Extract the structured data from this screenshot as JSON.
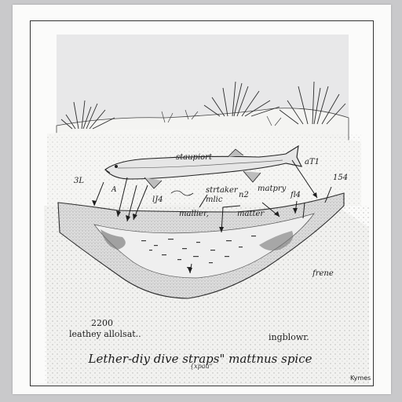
{
  "labels": {
    "top": "staupiort",
    "left_number": "3L",
    "arrow_tag": "A",
    "mid_left": "lJ4",
    "strkaker": "strtaker",
    "mlic": "mlic",
    "n2": "n2",
    "matpry": "matpry",
    "matter": "matter",
    "flj": "fl4",
    "right_top": "aT1",
    "right_num": "154",
    "mallier": "mallier,",
    "frene": "frene",
    "year": "2200",
    "bottom_left": "leathey allolsat..",
    "bottom_right": "ingblowr."
  },
  "caption": {
    "main": "Lether-diy  dive  straps\"  mattnus  spice",
    "sub": "{xpau\""
  },
  "signature": "Kymes",
  "colors": {
    "sand": "#f0f0ee",
    "sky": "#e9e9ea",
    "ink": "#222222",
    "water": "#ececed"
  }
}
